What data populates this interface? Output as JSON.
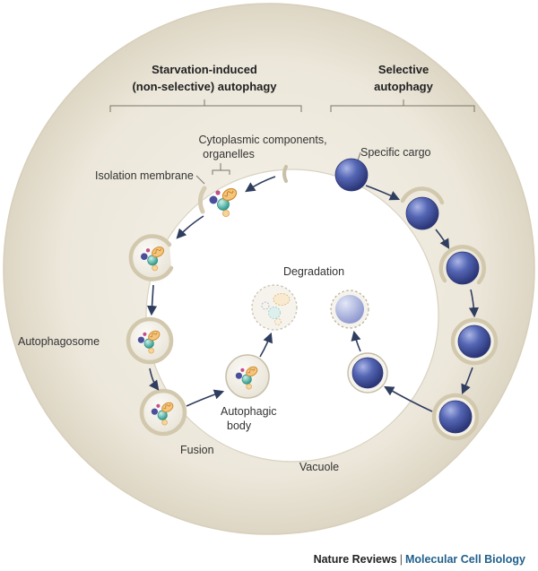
{
  "headers": {
    "starvation_line1": "Starvation-induced",
    "starvation_line2": "(non-selective) autophagy",
    "selective_line1": "Selective",
    "selective_line2": "autophagy"
  },
  "labels": {
    "cytoplasmic_line1": "Cytoplasmic components,",
    "cytoplasmic_line2": "organelles",
    "isolation_membrane": "Isolation membrane",
    "specific_cargo": "Specific cargo",
    "autophagosome": "Autophagosome",
    "fusion": "Fusion",
    "autophagic_body_line1": "Autophagic",
    "autophagic_body_line2": "body",
    "degradation": "Degradation",
    "vacuole": "Vacuole"
  },
  "footer": {
    "journal": "Nature Reviews",
    "separator": "|",
    "section": "Molecular Cell Biology"
  },
  "colors": {
    "cell_fill": "#e9e4d6",
    "vacuole_fill": "#ffffff",
    "cargo_blue": "#4a5aa8",
    "organelle_teal": "#49b3a6",
    "organelle_purple": "#4a4f9c",
    "organelle_pink": "#c34d8a",
    "mitochondrion_orange": "#e6a24a",
    "arrow": "#2f3d5e",
    "footer_accent": "#1f5f8b"
  },
  "icons": [
    "cargo-sphere-icon",
    "mitochondrion-icon",
    "vesicle-icon",
    "arrow-icon"
  ]
}
